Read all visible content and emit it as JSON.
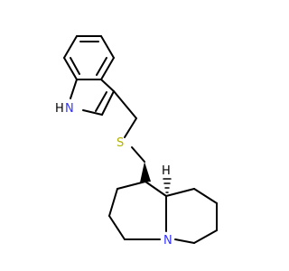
{
  "atoms": {
    "indole_nh": "H",
    "indole_n": "N",
    "sulfur": "S",
    "bridgehead_n": "N",
    "stereo_h": "H"
  },
  "colors": {
    "bond": "#000000",
    "nitrogen": "#3333ff",
    "sulfur": "#b2b200",
    "hydrogen": "#000000",
    "background": "#ffffff"
  }
}
